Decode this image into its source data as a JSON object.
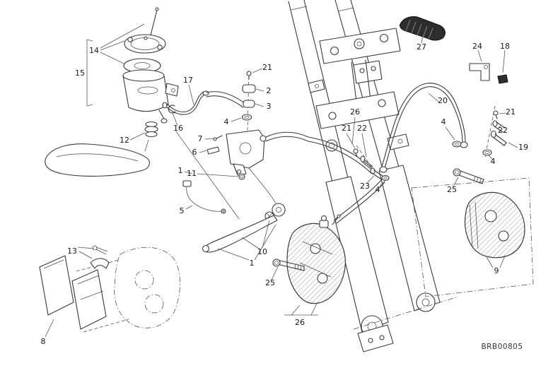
{
  "diagram": {
    "code": "BRB00805"
  },
  "callouts": [
    "14",
    "15",
    "17",
    "21",
    "2",
    "3",
    "4",
    "16",
    "12",
    "7",
    "6",
    "1",
    "11",
    "5",
    "10",
    "1",
    "25",
    "26",
    "13",
    "8",
    "27",
    "24",
    "18",
    "20",
    "26",
    "21",
    "22",
    "4",
    "21",
    "22",
    "19",
    "4",
    "23",
    "4",
    "25",
    "9"
  ]
}
